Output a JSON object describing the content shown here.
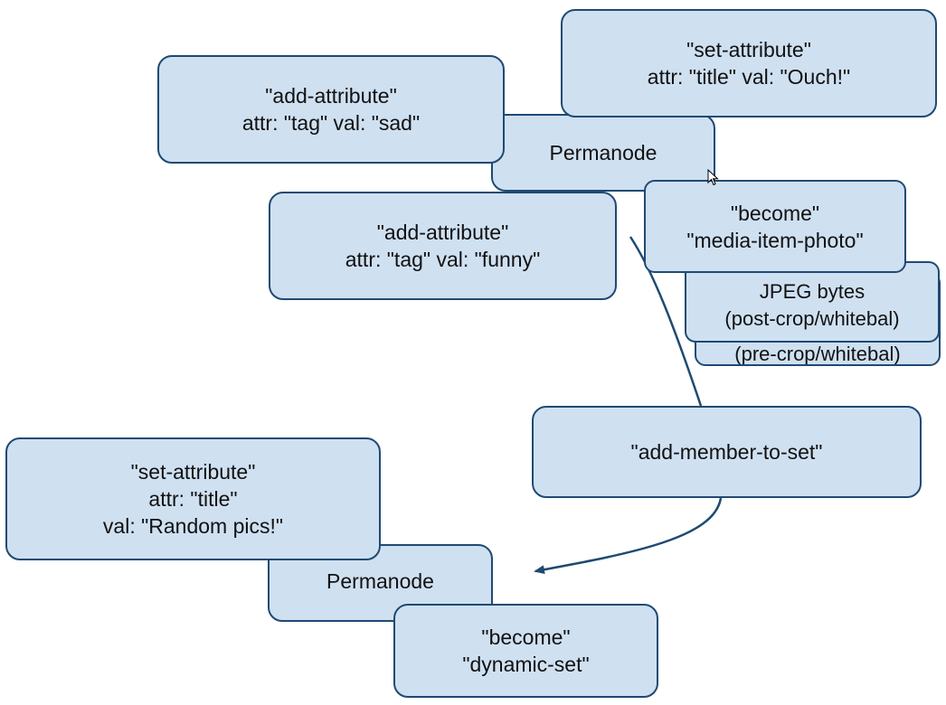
{
  "diagram": {
    "nodes": {
      "permanode_top": {
        "lines": [
          "Permanode"
        ]
      },
      "add_attr_sad": {
        "lines": [
          "\"add-attribute\"",
          "attr: \"tag\" val: \"sad\""
        ]
      },
      "set_attr_ouch": {
        "lines": [
          "\"set-attribute\"",
          "attr: \"title\" val: \"Ouch!\""
        ]
      },
      "add_attr_funny": {
        "lines": [
          "\"add-attribute\"",
          "attr: \"tag\" val: \"funny\""
        ]
      },
      "jpeg_pre": {
        "lines": [
          "(pre-crop/whitebal)"
        ]
      },
      "jpeg_post": {
        "lines": [
          "JPEG bytes",
          "(post-crop/whitebal)"
        ]
      },
      "become_photo": {
        "lines": [
          "\"become\"",
          "\"media-item-photo\""
        ]
      },
      "add_member": {
        "lines": [
          "\"add-member-to-set\""
        ]
      },
      "permanode_bottom": {
        "lines": [
          "Permanode"
        ]
      },
      "set_attr_random": {
        "lines": [
          "\"set-attribute\"",
          "attr: \"title\"",
          "val: \"Random pics!\""
        ]
      },
      "become_set": {
        "lines": [
          "\"become\"",
          "\"dynamic-set\""
        ]
      }
    },
    "colors": {
      "node_fill": "#cfe0f1",
      "node_border": "#1f4a72",
      "arrow": "#1f4a72",
      "text": "#111111"
    }
  }
}
